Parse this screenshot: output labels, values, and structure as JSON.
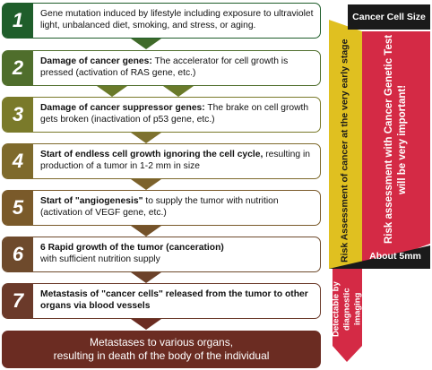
{
  "steps": [
    {
      "number": "1",
      "bold": "",
      "text": "Gene mutation induced by lifestyle including exposure to ultraviolet light, unbalanced diet, smoking, and stress, or aging.",
      "color": "#1f5e2b"
    },
    {
      "number": "2",
      "bold": "Damage of cancer genes:",
      "text": " The accelerator for cell growth is pressed (activation of RAS gene, etc.)",
      "color": "#4f6e2c"
    },
    {
      "number": "3",
      "bold": "Damage of cancer suppressor genes:",
      "text": " The brake on cell growth gets broken (inactivation of p53 gene, etc.)",
      "color": "#7a7a2a"
    },
    {
      "number": "4",
      "bold": "Start of endless cell growth ignoring the cell cycle,",
      "text": " resulting in production of a tumor in 1-2 mm in size",
      "color": "#7e6a2c"
    },
    {
      "number": "5",
      "bold": "Start of \"angiogenesis\"",
      "text": " to supply the tumor with nutrition (activation of VEGF gene, etc.)",
      "color": "#7a5a2a"
    },
    {
      "number": "6",
      "bold": "6 Rapid growth of the tumor (canceration)",
      "text": "with sufficient nutrition supply",
      "color": "#6e4a2c"
    },
    {
      "number": "7",
      "bold": "Metastasis of \"cancer cells\" released from the tumor to other organs via blood vessels",
      "text": "",
      "color": "#6b3a2a"
    }
  ],
  "final": {
    "line1": "Metastases to various organs,",
    "line2": "resulting in death of the body of the individual"
  },
  "side": {
    "cancer_cell_size": "Cancer Cell Size",
    "risk_early": "Risk Assessment of cancer at the very early stage",
    "risk_genetic": "Risk assessment with Cancer Genetic Test will be very important!",
    "about_5mm": "About 5mm",
    "detectable": "Detectable by diagnostic imaging"
  },
  "colors": {
    "yellow": "#e0c020",
    "red": "#d42a45",
    "black": "#1a1a1a",
    "final": "#6b2c22"
  }
}
